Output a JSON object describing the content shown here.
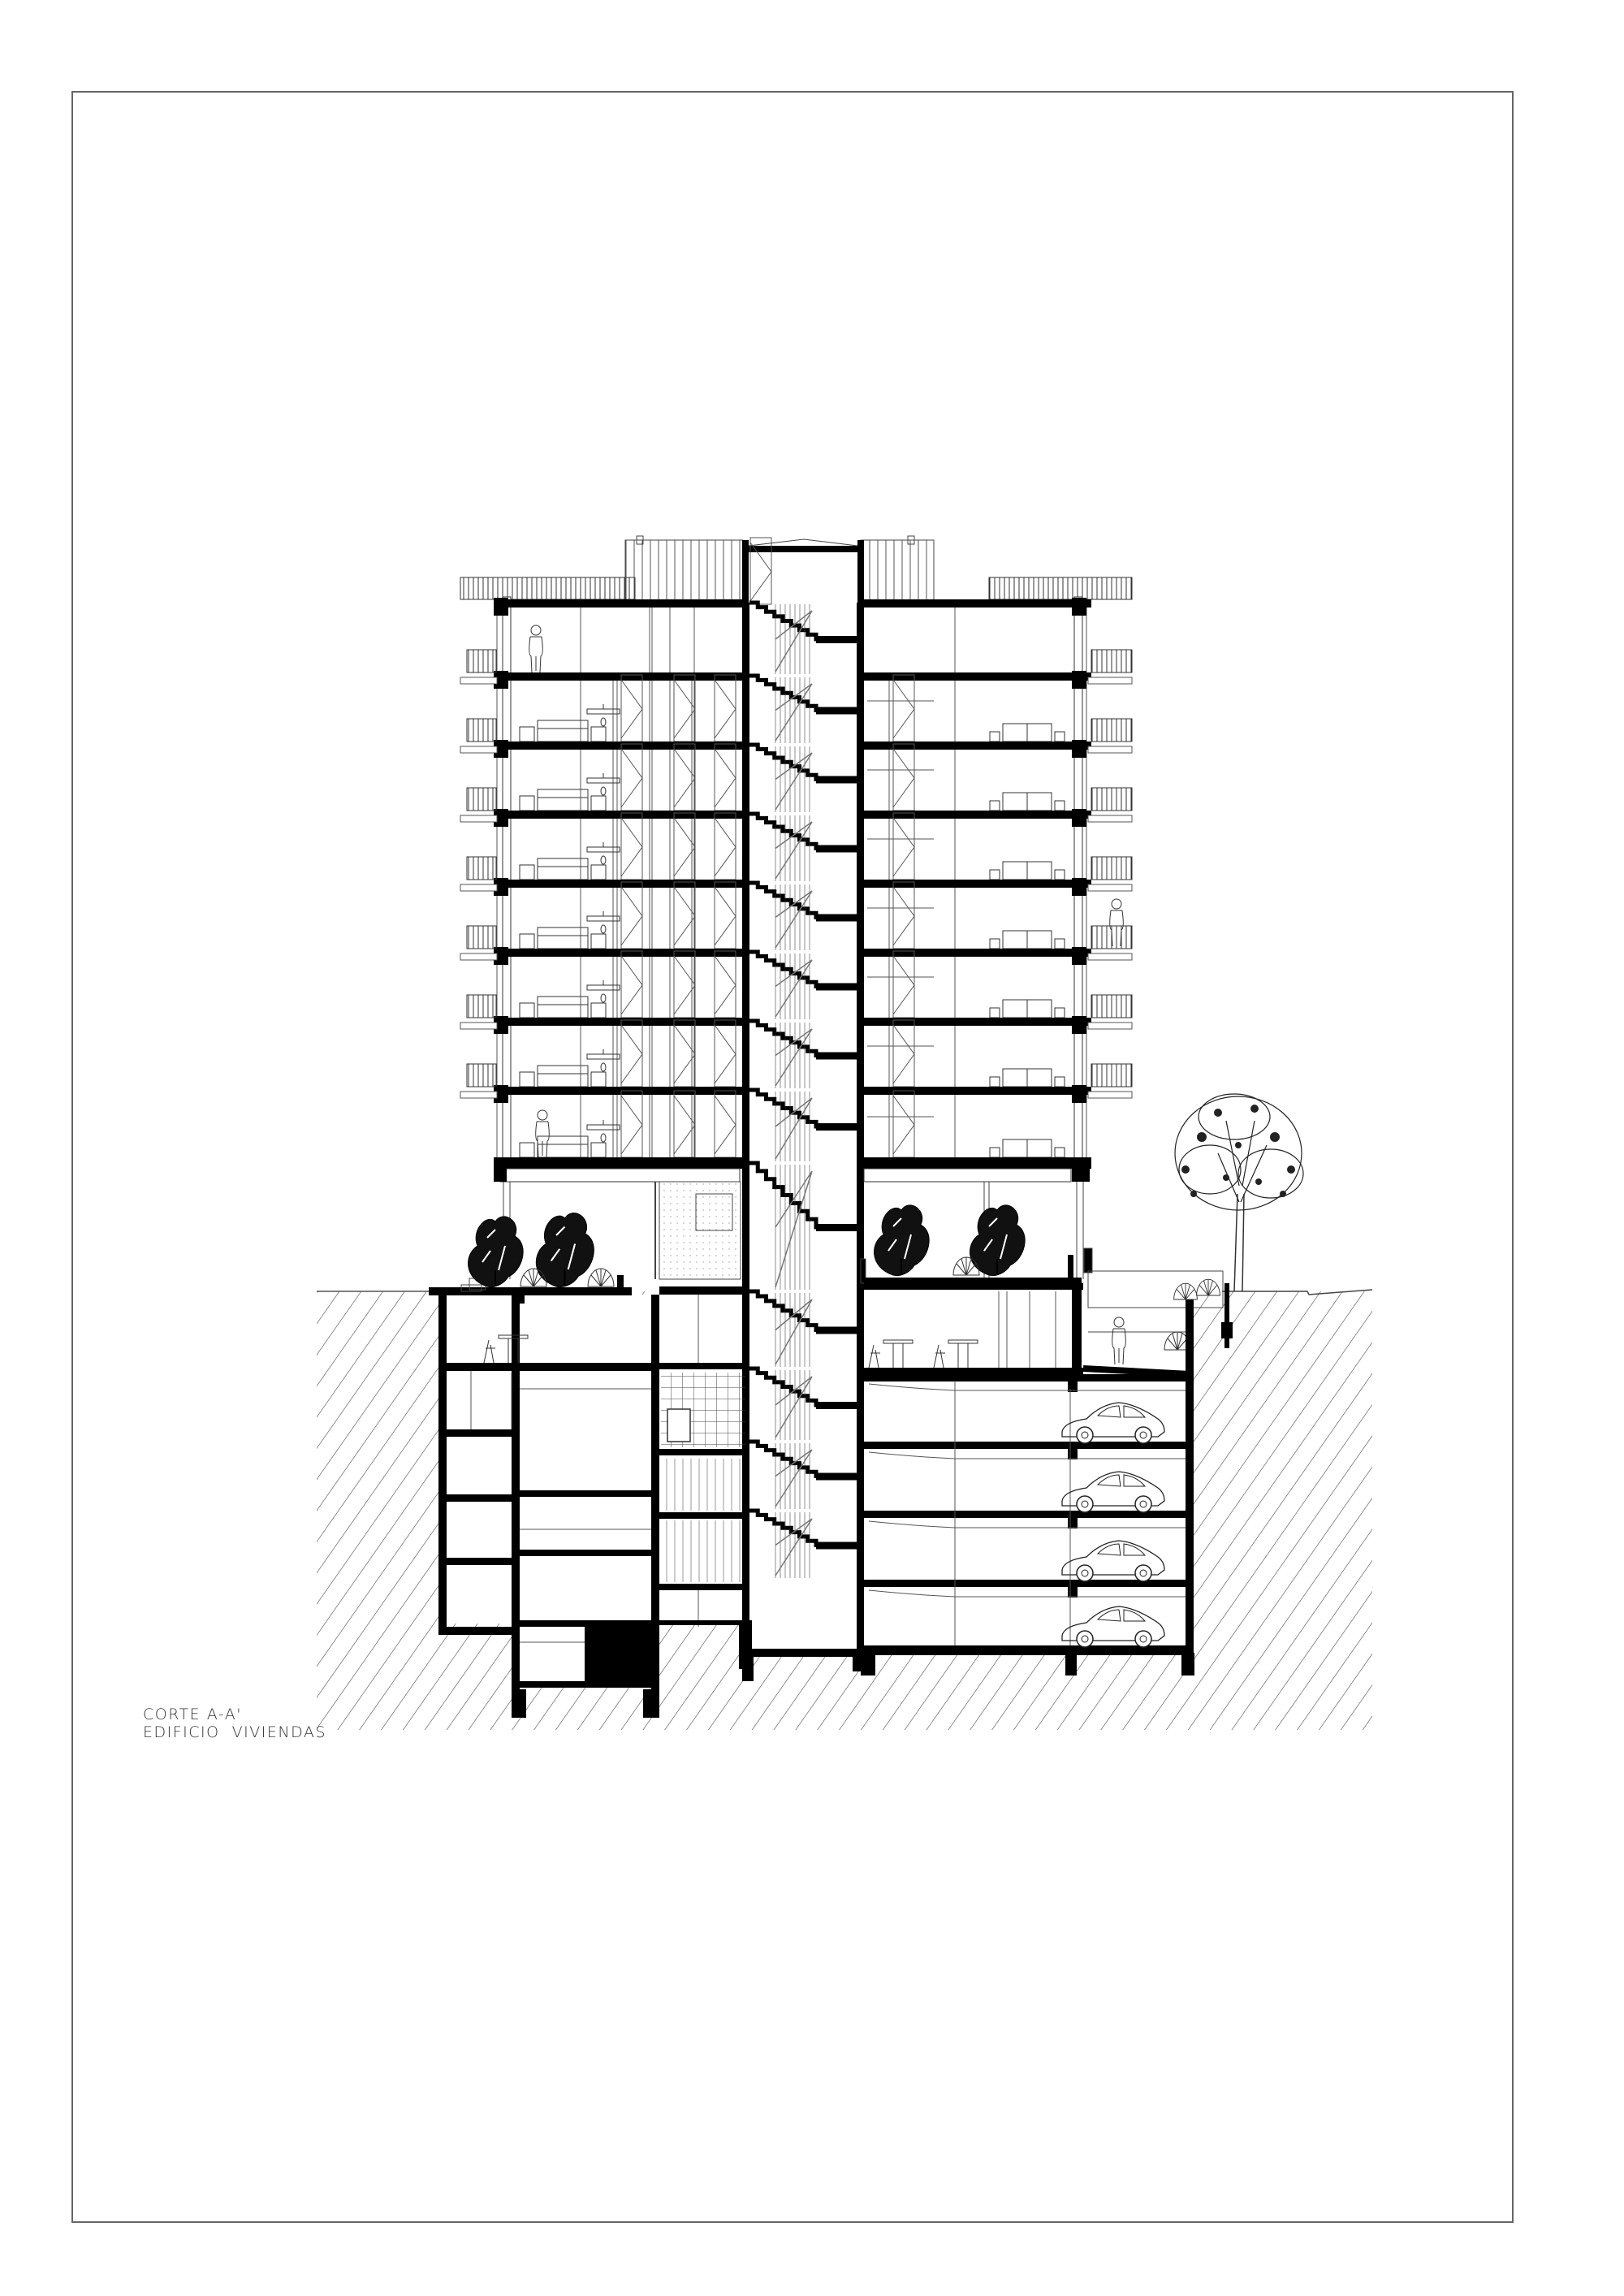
{
  "drawing": {
    "title_line_1": "CORTE A-A'",
    "title_line_2": "EDIFICIO  VIVIENDAS",
    "type": "architectural-section",
    "colors": {
      "ink": "#000000",
      "thin_line": "#444444",
      "frame": "#666666",
      "hatch": "#555555",
      "background": "#ffffff"
    }
  },
  "building": {
    "upper_floors": 8,
    "roof_level": 1,
    "basement_parking_levels": 4,
    "parked_cars": 4,
    "elements": [
      "tower",
      "stair-core",
      "balconies",
      "rooftop-terrace",
      "garden-terrace",
      "basement-parking",
      "street-tree",
      "earth-hatch"
    ]
  }
}
